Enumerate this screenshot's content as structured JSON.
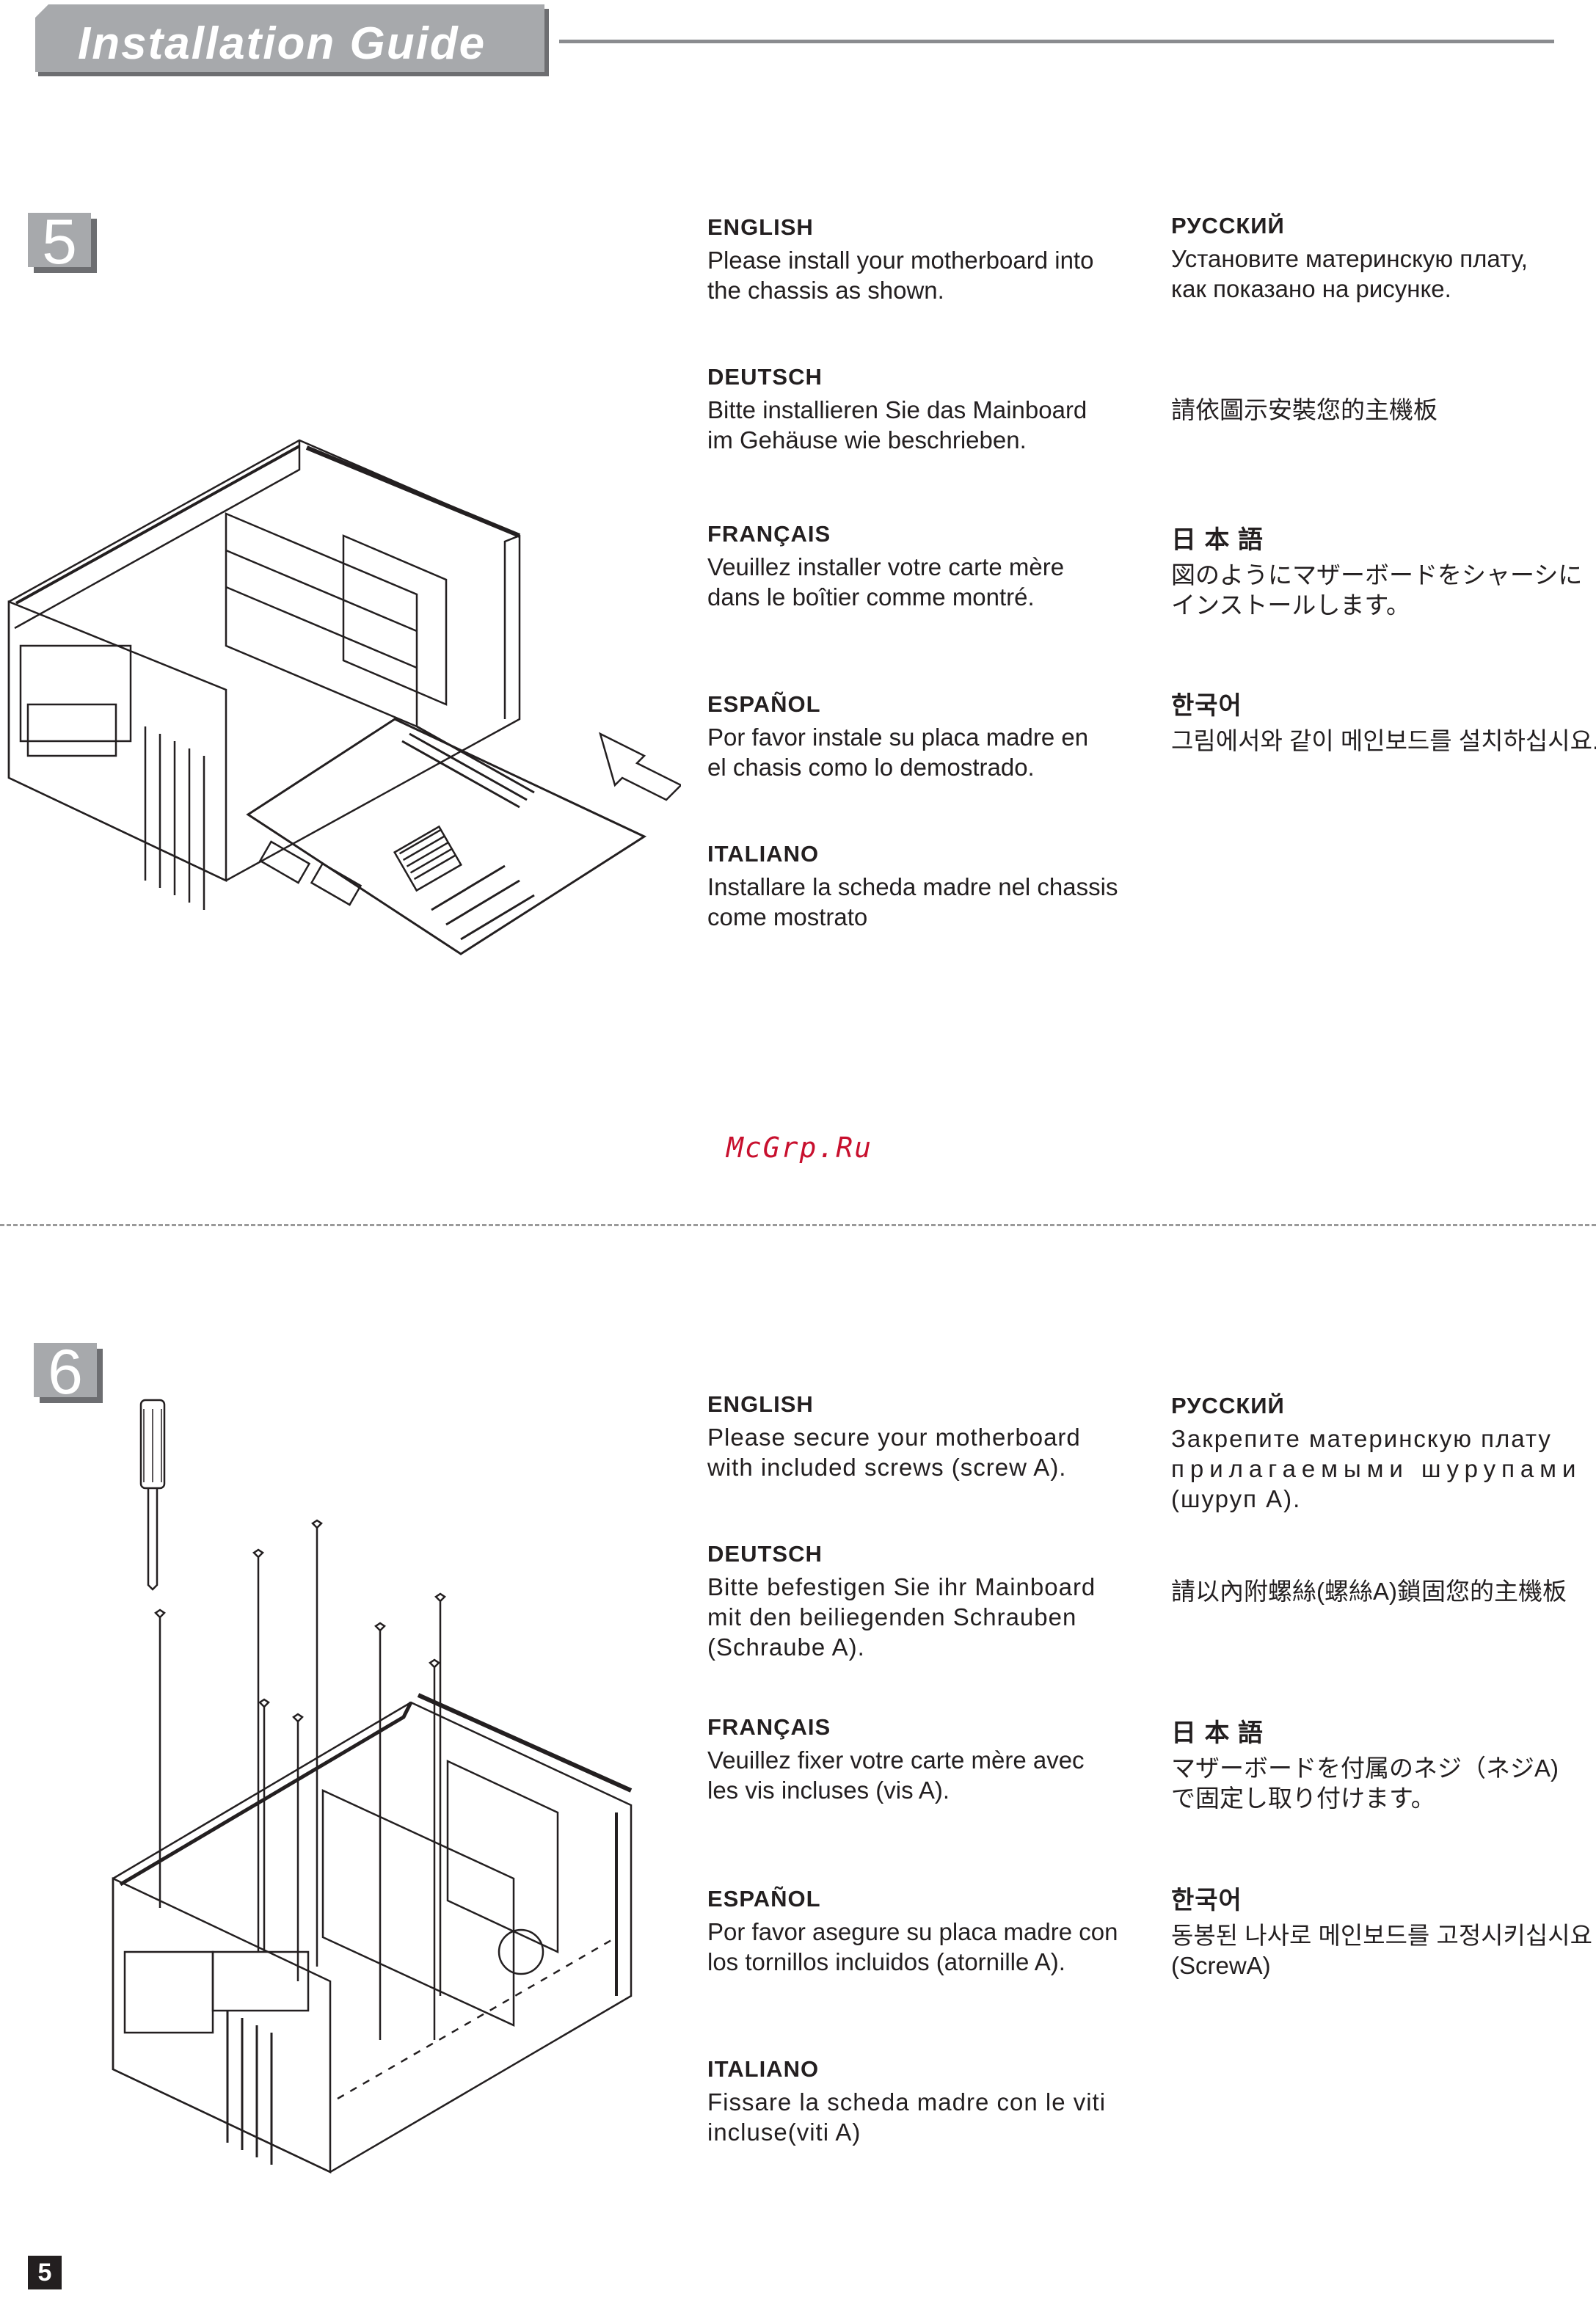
{
  "header": {
    "title": "Installation Guide"
  },
  "step5": {
    "number": "5",
    "english": {
      "heading": "ENGLISH",
      "body_lines": [
        "Please install your motherboard into",
        "the chassis as shown."
      ]
    },
    "russian": {
      "heading": "РУССКИЙ",
      "body_lines": [
        "Установите материнскую плату,",
        "как показано на рисунке."
      ]
    },
    "deutsch": {
      "heading": "DEUTSCH",
      "body_lines": [
        "Bitte installieren Sie das Mainboard",
        "im Gehäuse wie beschrieben."
      ]
    },
    "chinese": {
      "heading": "",
      "body_lines": [
        "請依圖示安裝您的主機板"
      ]
    },
    "francais": {
      "heading": "FRANÇAIS",
      "body_lines": [
        "Veuillez installer votre carte mère",
        "dans le boîtier comme montré."
      ]
    },
    "japanese": {
      "heading": "日 本 語",
      "body_lines": [
        "図のようにマザーボードをシャーシに",
        "インストールします。"
      ]
    },
    "espanol": {
      "heading": "ESPAÑOL",
      "body_lines": [
        "Por favor instale su placa madre en",
        "el chasis como lo demostrado."
      ]
    },
    "korean": {
      "heading": "한국어",
      "body_lines": [
        "그림에서와 같이 메인보드를 설치하십시요."
      ]
    },
    "italiano": {
      "heading": "ITALIANO",
      "body_lines": [
        "Installare la scheda madre nel chassis",
        "come mostrato"
      ]
    }
  },
  "watermark": "McGrp.Ru",
  "step6": {
    "number": "6",
    "english": {
      "heading": "ENGLISH",
      "body_lines": [
        "Please secure your motherboard",
        "with included screws (screw A)."
      ]
    },
    "russian": {
      "heading": "РУССКИЙ",
      "body_lines": [
        "Закрепите материнскую плату",
        "прилагаемыми шурупами",
        "(шуруп A)."
      ]
    },
    "deutsch": {
      "heading": "DEUTSCH",
      "body_lines": [
        "Bitte befestigen Sie ihr Mainboard",
        "mit den beiliegenden Schrauben",
        "(Schraube A)."
      ]
    },
    "chinese": {
      "heading": "",
      "body_lines": [
        "請以內附螺絲(螺絲A)鎖固您的主機板"
      ]
    },
    "francais": {
      "heading": "FRANÇAIS",
      "body_lines": [
        "Veuillez fixer votre carte mère avec",
        "les vis incluses (vis A)."
      ]
    },
    "japanese": {
      "heading": "日 本 語",
      "body_lines": [
        "マザーボードを付属のネジ（ネジA)",
        "で固定し取り付けます。"
      ]
    },
    "espanol": {
      "heading": "ESPAÑOL",
      "body_lines": [
        "Por favor asegure su placa madre con",
        "los tornillos incluidos (atornille A)."
      ]
    },
    "korean": {
      "heading": "한국어",
      "body_lines": [
        "동봉된 나사로 메인보드를 고정시키십시요",
        "(ScrewA)"
      ]
    },
    "italiano": {
      "heading": "ITALIANO",
      "body_lines": [
        "Fissare la scheda madre con le viti",
        "incluse(viti A)"
      ]
    }
  },
  "page_number": "5"
}
